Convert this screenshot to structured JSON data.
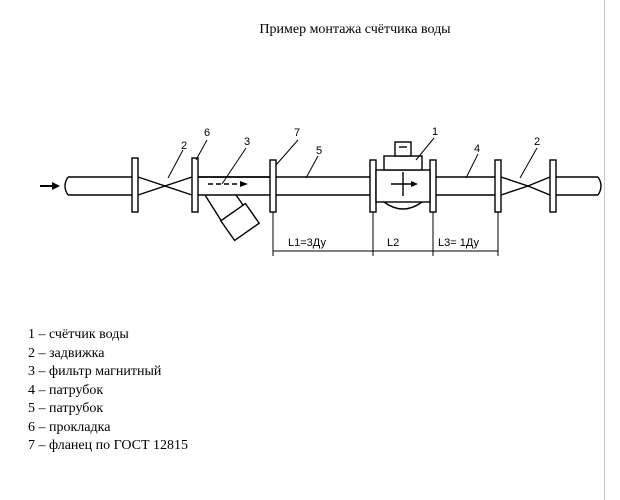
{
  "title": "Пример монтажа счётчика воды",
  "callouts": [
    "2",
    "6",
    "3",
    "7",
    "5",
    "1",
    "4",
    "2"
  ],
  "dimensions": [
    "L1=3Ду",
    "L2",
    "L3= 1Ду"
  ],
  "legend": [
    "1 – счётчик воды",
    "2 – задвижка",
    "3 – фильтр магнитный",
    "4 – патрубок",
    "5 – патрубок",
    "6 – прокладка",
    "7 – фланец по ГОСТ 12815"
  ]
}
